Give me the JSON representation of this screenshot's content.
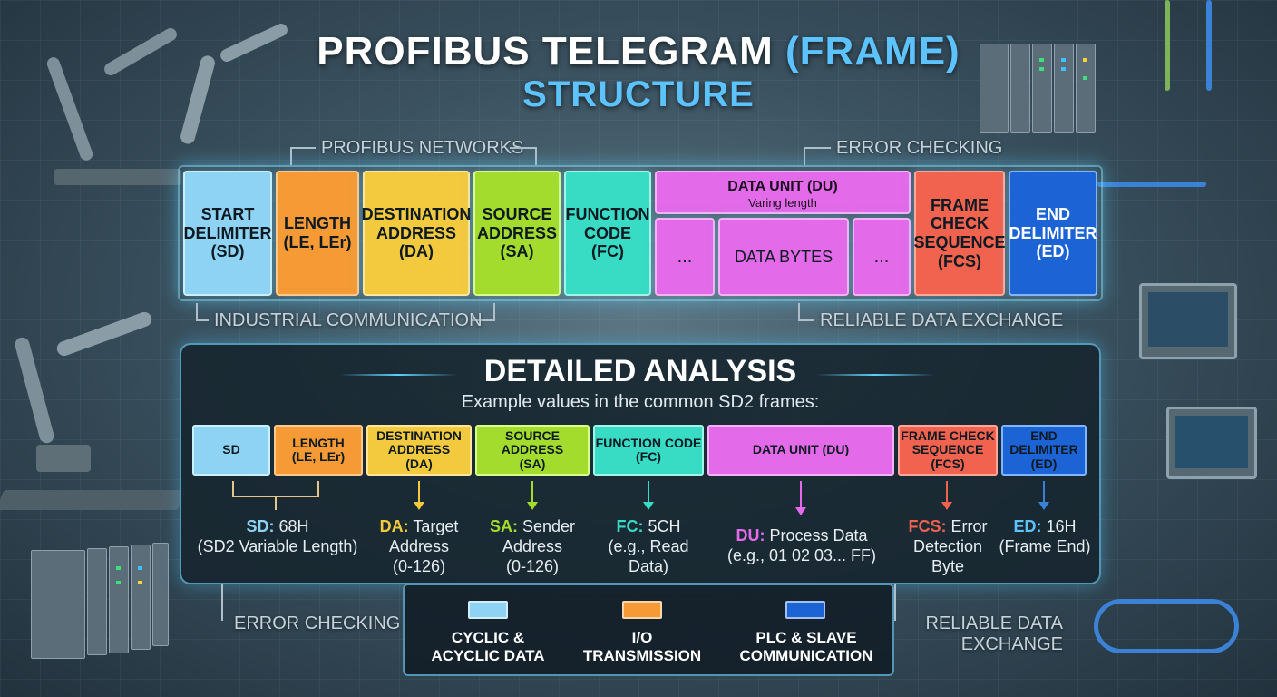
{
  "title": {
    "line1_prefix": "PROFIBUS TELEGRAM",
    "line1_accent": "(FRAME)",
    "line2": "STRUCTURE"
  },
  "labels": {
    "top_left": "PROFIBUS NETWORKS",
    "top_right": "ERROR CHECKING",
    "bottom_left": "INDUSTRIAL COMMUNICATION",
    "bottom_right": "RELIABLE DATA EXCHANGE",
    "footer_left": "ERROR CHECKING",
    "footer_right": "RELIABLE DATA\nEXCHANGE"
  },
  "frame": {
    "sd": "START\nDELIMITER\n(SD)",
    "le": "LENGTH\n(LE, LEr)",
    "da": "DESTINATION\nADDRESS\n(DA)",
    "sa": "SOURCE\nADDRESS\n(SA)",
    "fc": "FUNCTION\nCODE\n(FC)",
    "du_title": "DATA UNIT (DU)",
    "du_sub": "Varing length",
    "du_left": "...",
    "du_mid": "DATA BYTES",
    "du_right": "...",
    "fcs": "FRAME\nCHECK\nSEQUENCE\n(FCS)",
    "ed": "END\nDELIMITER\n(ED)"
  },
  "analysis": {
    "title": "DETAILED ANALYSIS",
    "subtitle": "Example values in the common SD2 frames:",
    "boxes": {
      "sd": "SD",
      "le": "LENGTH\n(LE, LEr)",
      "da": "DESTINATION\nADDRESS\n(DA)",
      "sa": "SOURCE\nADDRESS\n(SA)",
      "fc": "FUNCTION CODE\n(FC)",
      "du": "DATA UNIT (DU)",
      "fcs": "FRAME CHECK\nSEQUENCE\n(FCS)",
      "ed": "END\nDELIMITER\n(ED)"
    },
    "notes": {
      "sd_key": "SD:",
      "sd_val": " 68H\n(SD2 Variable Length)",
      "da_key": "DA:",
      "da_val": " Target\nAddress\n(0-126)",
      "sa_key": "SA:",
      "sa_val": " Sender\nAddress\n(0-126)",
      "fc_key": "FC:",
      "fc_val": " 5CH\n(e.g., Read Data)",
      "du_key": "DU:",
      "du_val": " Process Data\n(e.g., 01 02 03... FF)",
      "fcs_key": "FCS:",
      "fcs_val": " Error\nDetection\nByte",
      "ed_key": "ED:",
      "ed_val": " 16H\n(Frame End)"
    }
  },
  "legend": {
    "item1": "CYCLIC &\nACYCLIC DATA",
    "item2": "I/O\nTRANSMISSION",
    "item3": "PLC & SLAVE\nCOMMUNICATION"
  },
  "colors": {
    "sd": "#8fd3f4",
    "le": "#f59a35",
    "da": "#f3c93e",
    "sa": "#a4dc2e",
    "fc": "#38dbc4",
    "du": "#e36ae8",
    "fcs": "#f1624f",
    "ed": "#1c63d6",
    "accent": "#5cc3ff"
  }
}
